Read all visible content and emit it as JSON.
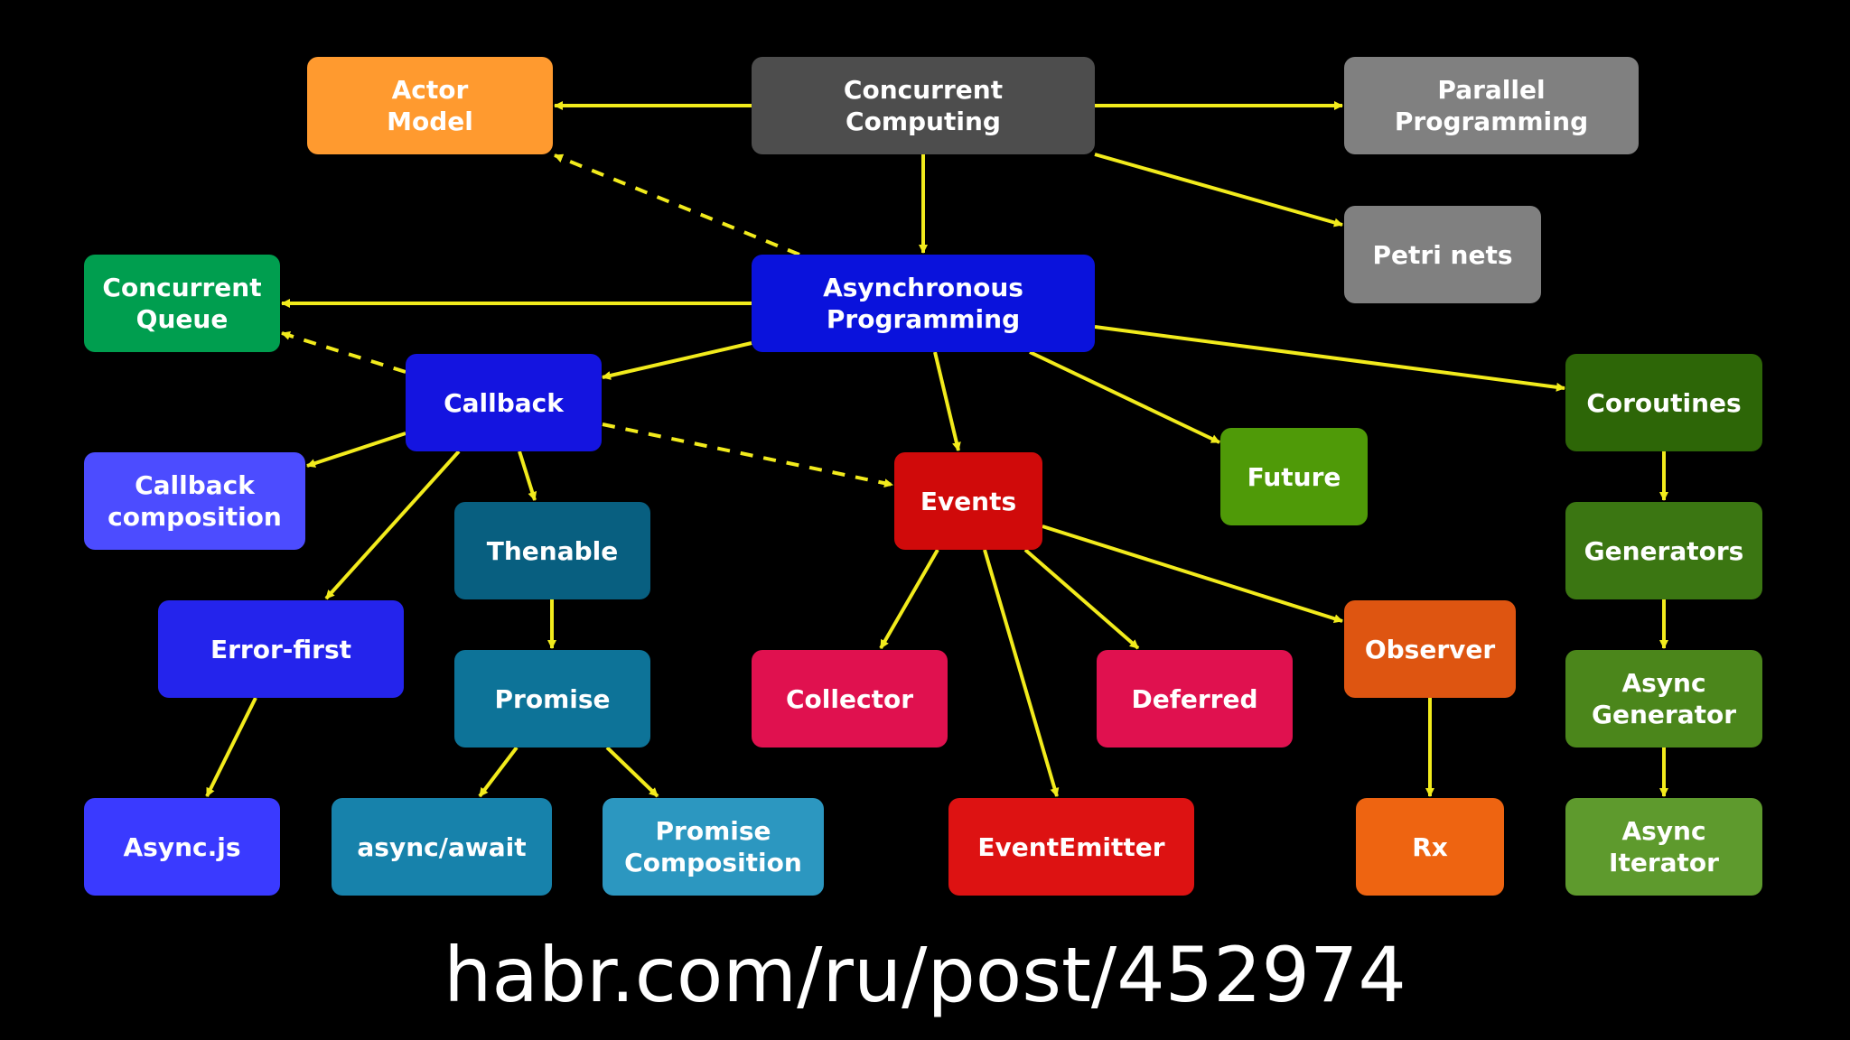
{
  "diagram": {
    "colors": {
      "background": "#000000",
      "edge": "#f2eb1c",
      "text": "#ffffff"
    },
    "nodes": [
      {
        "id": "concurrent-computing",
        "label": "Concurrent\nComputing",
        "color": "#4d4d4d"
      },
      {
        "id": "actor-model",
        "label": "Actor\nModel",
        "color": "#ff9a2f"
      },
      {
        "id": "parallel-programming",
        "label": "Parallel\nProgramming",
        "color": "#808080"
      },
      {
        "id": "petri-nets",
        "label": "Petri nets",
        "color": "#808080"
      },
      {
        "id": "asynchronous-programming",
        "label": "Asynchronous\nProgramming",
        "color": "#0a12dc"
      },
      {
        "id": "concurrent-queue",
        "label": "Concurrent\nQueue",
        "color": "#009e4f"
      },
      {
        "id": "callback",
        "label": "Callback",
        "color": "#1414e0"
      },
      {
        "id": "callback-composition",
        "label": "Callback\ncomposition",
        "color": "#4c4cff"
      },
      {
        "id": "thenable",
        "label": "Thenable",
        "color": "#085f80"
      },
      {
        "id": "error-first",
        "label": "Error-first",
        "color": "#2424ec"
      },
      {
        "id": "promise",
        "label": "Promise",
        "color": "#0d7398"
      },
      {
        "id": "async-js",
        "label": "Async.js",
        "color": "#3a3aff"
      },
      {
        "id": "async-await",
        "label": "async/await",
        "color": "#1782ab"
      },
      {
        "id": "promise-composition",
        "label": "Promise\nComposition",
        "color": "#2c97c0"
      },
      {
        "id": "events",
        "label": "Events",
        "color": "#d00a0a"
      },
      {
        "id": "future",
        "label": "Future",
        "color": "#4f9a08"
      },
      {
        "id": "collector",
        "label": "Collector",
        "color": "#e0114f"
      },
      {
        "id": "deferred",
        "label": "Deferred",
        "color": "#e0114f"
      },
      {
        "id": "event-emitter",
        "label": "EventEmitter",
        "color": "#dd1212"
      },
      {
        "id": "observer",
        "label": "Observer",
        "color": "#de5511"
      },
      {
        "id": "rx",
        "label": "Rx",
        "color": "#ee6411"
      },
      {
        "id": "coroutines",
        "label": "Coroutines",
        "color": "#2d6607"
      },
      {
        "id": "generators",
        "label": "Generators",
        "color": "#3b7612"
      },
      {
        "id": "async-generator",
        "label": "Async\nGenerator",
        "color": "#4b861b"
      },
      {
        "id": "async-iterator",
        "label": "Async\nIterator",
        "color": "#5e9a2d"
      }
    ],
    "edges": [
      {
        "from": "concurrent-computing",
        "to": "actor-model",
        "style": "solid"
      },
      {
        "from": "concurrent-computing",
        "to": "parallel-programming",
        "style": "solid"
      },
      {
        "from": "concurrent-computing",
        "to": "asynchronous-programming",
        "style": "solid"
      },
      {
        "from": "concurrent-computing",
        "to": "petri-nets",
        "style": "solid"
      },
      {
        "from": "asynchronous-programming",
        "to": "actor-model",
        "style": "dashed"
      },
      {
        "from": "asynchronous-programming",
        "to": "concurrent-queue",
        "style": "solid"
      },
      {
        "from": "asynchronous-programming",
        "to": "callback",
        "style": "solid"
      },
      {
        "from": "asynchronous-programming",
        "to": "events",
        "style": "solid"
      },
      {
        "from": "asynchronous-programming",
        "to": "future",
        "style": "solid"
      },
      {
        "from": "asynchronous-programming",
        "to": "coroutines",
        "style": "solid"
      },
      {
        "from": "callback",
        "to": "concurrent-queue",
        "style": "dashed"
      },
      {
        "from": "callback",
        "to": "events",
        "style": "dashed"
      },
      {
        "from": "callback",
        "to": "callback-composition",
        "style": "solid"
      },
      {
        "from": "callback",
        "to": "error-first",
        "style": "solid"
      },
      {
        "from": "callback",
        "to": "thenable",
        "style": "solid"
      },
      {
        "from": "thenable",
        "to": "promise",
        "style": "solid"
      },
      {
        "from": "error-first",
        "to": "async-js",
        "style": "solid"
      },
      {
        "from": "promise",
        "to": "async-await",
        "style": "solid"
      },
      {
        "from": "promise",
        "to": "promise-composition",
        "style": "solid"
      },
      {
        "from": "events",
        "to": "collector",
        "style": "solid"
      },
      {
        "from": "events",
        "to": "event-emitter",
        "style": "solid"
      },
      {
        "from": "events",
        "to": "deferred",
        "style": "solid"
      },
      {
        "from": "events",
        "to": "observer",
        "style": "solid"
      },
      {
        "from": "observer",
        "to": "rx",
        "style": "solid"
      },
      {
        "from": "coroutines",
        "to": "generators",
        "style": "solid"
      },
      {
        "from": "generators",
        "to": "async-generator",
        "style": "solid"
      },
      {
        "from": "async-generator",
        "to": "async-iterator",
        "style": "solid"
      }
    ]
  },
  "footer": {
    "url": "habr.com/ru/post/452974"
  }
}
